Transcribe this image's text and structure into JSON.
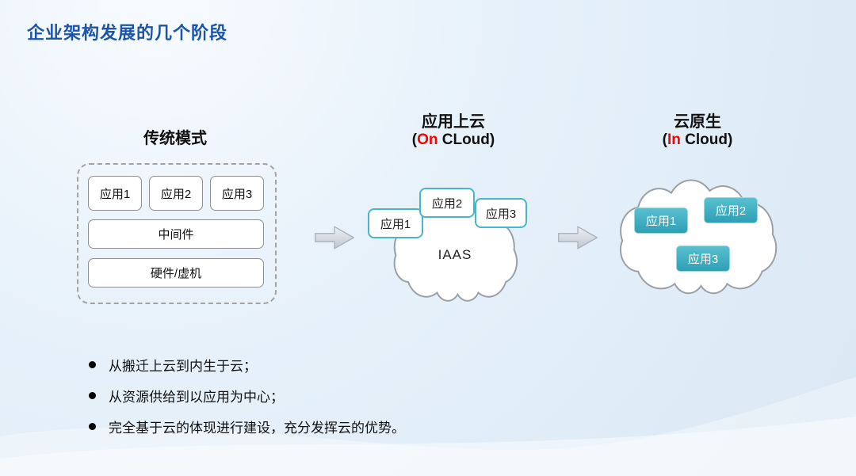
{
  "title": "企业架构发展的几个阶段",
  "stages": [
    {
      "label": "传统模式",
      "apps": [
        "应用1",
        "应用2",
        "应用3"
      ],
      "middleware": "中间件",
      "hardware": "硬件/虚机"
    },
    {
      "label": "应用上云",
      "sub_prefix": "(",
      "sub_red": "On",
      "sub_rest": " CLoud)",
      "cloud_label": "IAAS",
      "apps": [
        "应用1",
        "应用2",
        "应用3"
      ]
    },
    {
      "label": "云原生",
      "sub_prefix": "(",
      "sub_red": "In",
      "sub_rest": " Cloud)",
      "apps": [
        "应用1",
        "应用2",
        "应用3"
      ]
    }
  ],
  "bullets": [
    "从搬迁上云到内生于云；",
    "从资源供给到以应用为中心；",
    "完全基于云的体现进行建设，充分发挥云的优势。"
  ],
  "colors": {
    "title_blue": "#1c55a7",
    "accent_red": "#ff0000",
    "teal_border": "#47b6c9",
    "teal_fill": "#35a5b9",
    "box_border_gray": "#8f8f8f",
    "background_blue": "#e3eff9"
  },
  "icons": {
    "arrow": "right-block-arrow",
    "cloud": "cloud-outline",
    "bullet": "filled-circle"
  }
}
